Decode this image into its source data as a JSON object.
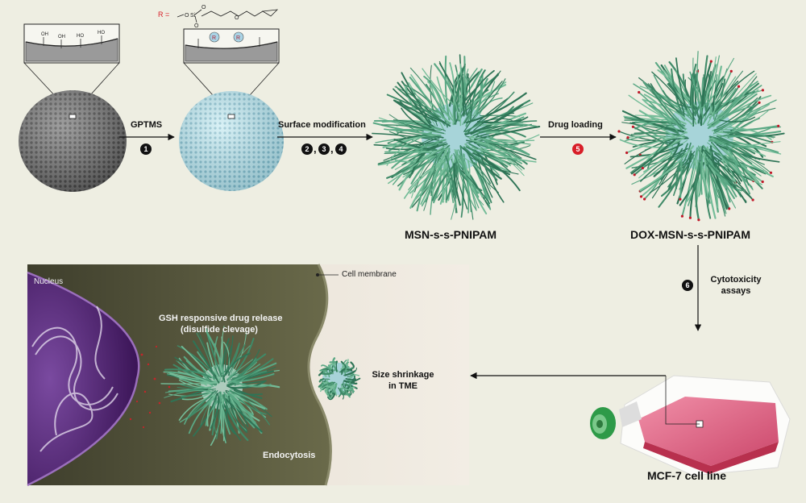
{
  "top": {
    "r_label": "R =",
    "r_atoms": [
      "O",
      "Si",
      "O",
      "O",
      "O"
    ],
    "surface_groups": [
      "OH",
      "OH",
      "HO",
      "HO"
    ],
    "r_markers": [
      "R",
      "R"
    ],
    "step1": {
      "label": "GPTMS",
      "num": "1"
    },
    "step2": {
      "label": "Surface modification",
      "nums": [
        "2",
        "3",
        "4"
      ],
      "sep": ","
    },
    "step5": {
      "label": "Drug loading",
      "num": "5"
    },
    "product1": "MSN-s-s-PNIPAM",
    "product2": "DOX-MSN-s-s-PNIPAM"
  },
  "bottom": {
    "step6": {
      "num": "6",
      "line1": "Cytotoxicity",
      "line2": "assays"
    },
    "cell_line": "MCF-7 cell line",
    "nucleus": "Nucleus",
    "membrane": "Cell membrane",
    "gsh_line1": "GSH responsive drug release",
    "gsh_line2": "(disulfide clevage)",
    "shrink_line1": "Size shrinkage",
    "shrink_line2": "in TME",
    "endocytosis": "Endocytosis"
  },
  "colors": {
    "background": "#eeeee2",
    "bare_msn": "#8a8a8a",
    "modified_msn": "#bfe6ee",
    "polymer": "#4e9a78",
    "dox_red": "#d81e28",
    "nucleus": "#4a1e66",
    "cytoplasm": "#5a5a3c",
    "flask_pink": "#e05a7a",
    "cap_green": "#2e9a48"
  }
}
